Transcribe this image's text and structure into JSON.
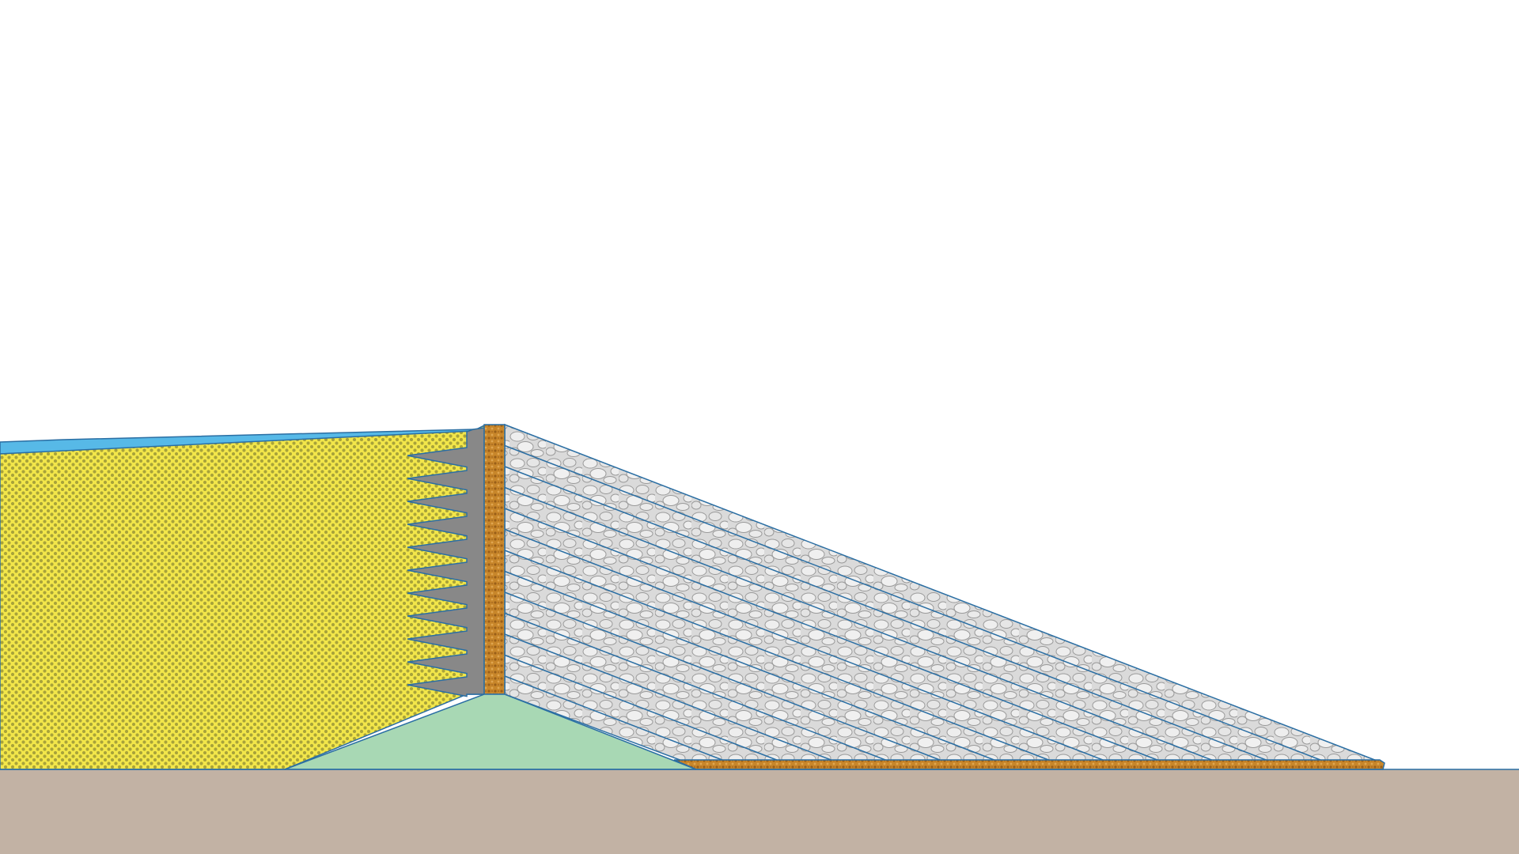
{
  "diagram": {
    "type": "dam-cross-section",
    "layers": [
      {
        "id": "foundation",
        "kind": "ground",
        "color": "#c2b2a4"
      },
      {
        "id": "reservoir-water",
        "kind": "water",
        "color": "#57b9e7"
      },
      {
        "id": "upstream-fill",
        "kind": "dotted-fill",
        "color": "#f2e64a",
        "dot_color": "#a8a33a"
      },
      {
        "id": "sawtooth-core",
        "kind": "impermeable-core",
        "color": "#888888"
      },
      {
        "id": "vertical-filter",
        "kind": "filter-drain",
        "color": "#c8862a"
      },
      {
        "id": "rockfill-shell",
        "kind": "rockfill",
        "color": "#d8d8d8"
      },
      {
        "id": "toe-berm",
        "kind": "berm",
        "color": "#a8d8b4"
      },
      {
        "id": "horizontal-drain",
        "kind": "filter-drain",
        "color": "#c8862a"
      }
    ],
    "outline_color": "#2a6ea3",
    "sawtooth_teeth": 11,
    "rockfill_inclined_layers": 12
  }
}
